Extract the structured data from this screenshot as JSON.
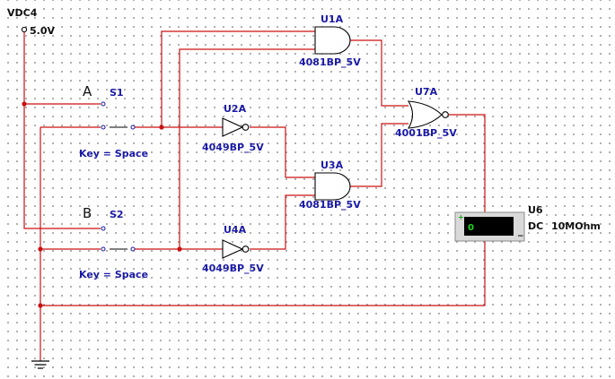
{
  "supply": {
    "name": "VDC4",
    "voltage": "5.0V"
  },
  "inputs": {
    "a": {
      "letter": "A",
      "ref": "S1",
      "key": "Key = Space"
    },
    "b": {
      "letter": "B",
      "ref": "S2",
      "key": "Key = Space"
    }
  },
  "gates": {
    "u1a": {
      "ref": "U1A",
      "part": "4081BP_5V"
    },
    "u2a": {
      "ref": "U2A",
      "part": "4049BP_5V"
    },
    "u3a": {
      "ref": "U3A",
      "part": "4081BP_5V"
    },
    "u4a": {
      "ref": "U4A",
      "part": "4049BP_5V"
    },
    "u7a": {
      "ref": "U7A",
      "part": "4001BP_5V"
    }
  },
  "probe": {
    "ref": "U6",
    "mode": "DC",
    "resistance": "10MOhm",
    "reading": "0"
  },
  "colors": {
    "wire": "#cc1111",
    "label": "#1a1aa6",
    "meter_bg": "#d9d9d9",
    "meter_face": "#000000",
    "meter_text": "#19d919"
  }
}
